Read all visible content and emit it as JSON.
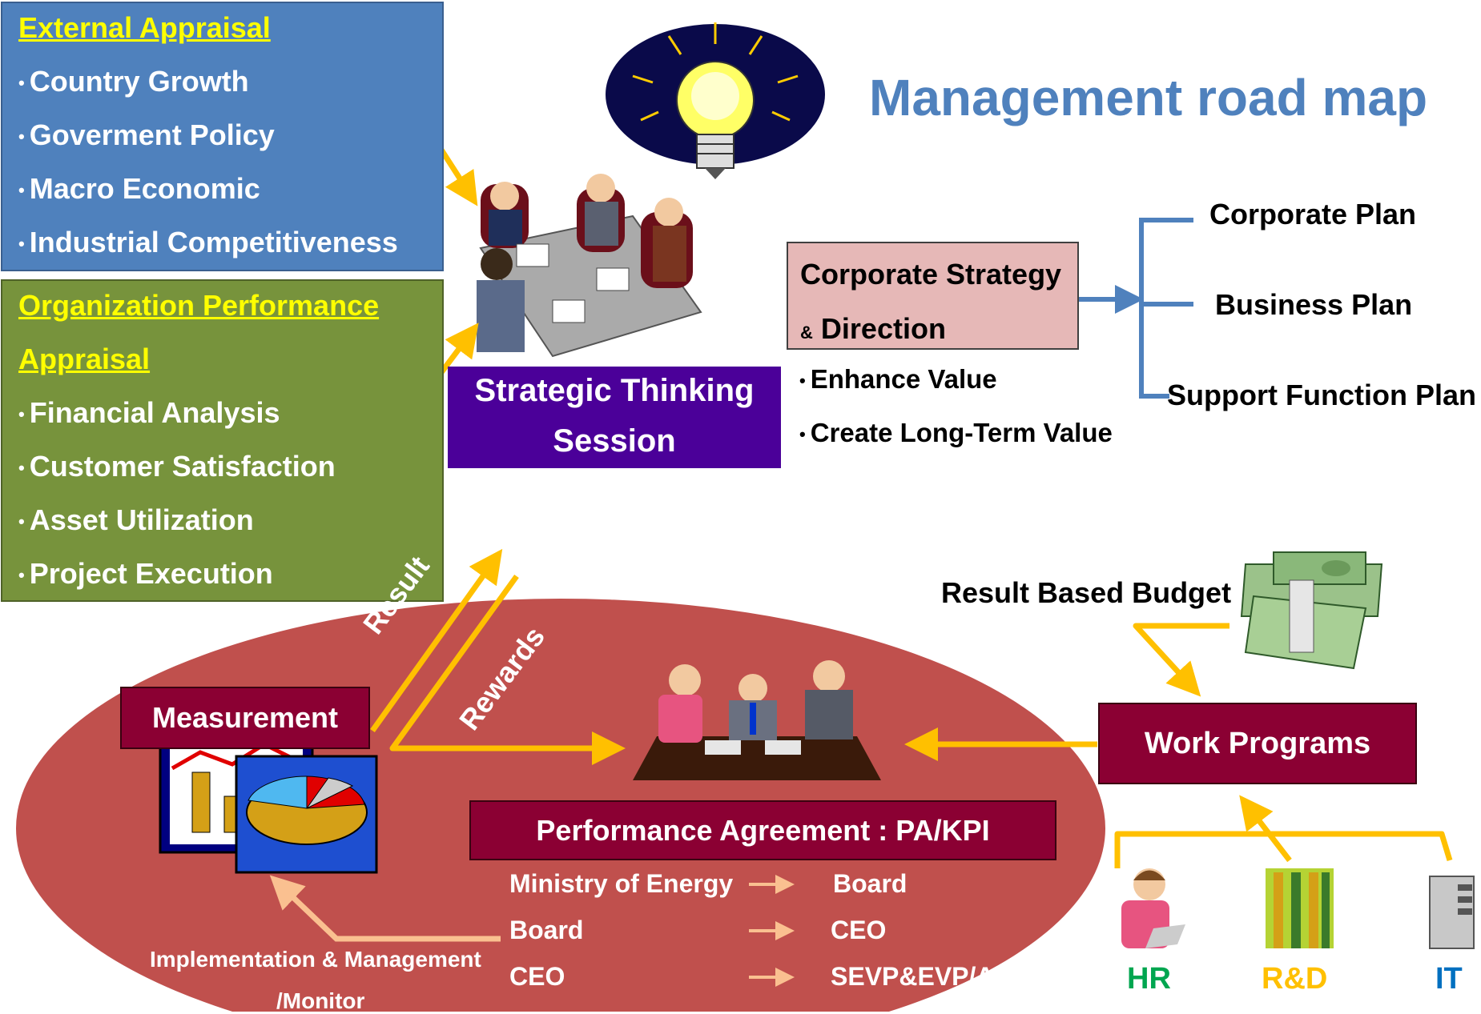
{
  "title": "Management  road map",
  "external": {
    "heading": "External Appraisal",
    "items": [
      "Country Growth",
      "Goverment Policy",
      "Macro Economic",
      "Industrial Competitiveness"
    ]
  },
  "organization": {
    "heading_line1": "Organization Performance",
    "heading_line2": "Appraisal",
    "items": [
      "Financial Analysis",
      "Customer Satisfaction",
      "Asset Utilization",
      "Project Execution"
    ]
  },
  "strategic_session": {
    "line1": "Strategic Thinking",
    "line2": "Session"
  },
  "corporate_strategy": {
    "line1": "Corporate Strategy",
    "amp": "&",
    "line2": "Direction",
    "values": [
      "Enhance Value",
      "Create Long-Term Value"
    ]
  },
  "plans": [
    "Corporate Plan",
    "Business Plan",
    "Support Function Plan"
  ],
  "budget": {
    "label": "Result Based Budget"
  },
  "work_programs": {
    "label": "Work Programs"
  },
  "departments": [
    {
      "label": "HR",
      "color": "#00a650"
    },
    {
      "label": "R&D",
      "color": "#ffc000"
    },
    {
      "label": "IT",
      "color": "#0070c0"
    }
  ],
  "measurement": {
    "label": "Measurement"
  },
  "result_label": "Result",
  "rewards_label": "Rewards",
  "performance_agreement": {
    "label": "Performance  Agreement : PA/KPI",
    "rows": [
      {
        "from": "Ministry of Energy",
        "to": "Board"
      },
      {
        "from": "Board",
        "to": "CEO"
      },
      {
        "from": "CEO",
        "to": "SEVP&EVP/A"
      }
    ]
  },
  "implementation": {
    "line1": "Implementation & Management",
    "line2": "/Monitor"
  },
  "colors": {
    "title": "#4f81bd",
    "external_panel": "#4f81bd",
    "organization_panel": "#77933c",
    "strategic_box": "#4b0099",
    "strategy_box": "#e6b8b7",
    "ellipse": "#c0504d",
    "dark_red_box": "#8b0033",
    "arrow_gold": "#ffc000",
    "arrow_blue": "#4f81bd",
    "arrow_light": "#fac090"
  }
}
